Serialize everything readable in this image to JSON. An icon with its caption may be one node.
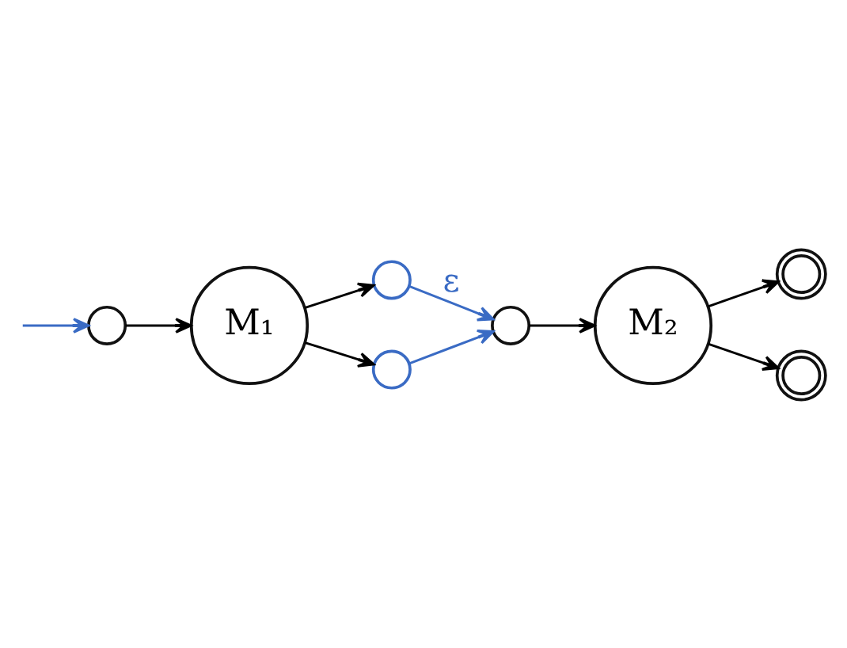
{
  "diagram": {
    "nodes": [
      {
        "text": [],
        "shape": "circle"
      },
      {
        "text": [
          "M₁"
        ]
      },
      {
        "text": [],
        "shape": "circle"
      },
      {
        "text": [],
        "shape": "circle"
      },
      {
        "text": [],
        "shape": "circle"
      },
      {
        "text": [
          "M₂"
        ]
      },
      {
        "text": [],
        "shape": "doublecircle"
      },
      {
        "text": [],
        "shape": "doublecircle"
      }
    ],
    "edges": [
      {
        "from": null,
        "to": 0,
        "arrow": "to",
        "color": "#3a6bc4"
      },
      {
        "from": 0,
        "to": 1,
        "arrow": "to"
      },
      {
        "from": 1,
        "to": 2,
        "arrow": "to"
      },
      {
        "from": 1,
        "to": 3,
        "arrow": "to"
      },
      {
        "from": 2,
        "to": 4,
        "arrow": "to",
        "color": "#3a6bc4",
        "label": "ε"
      },
      {
        "from": 3,
        "to": 4,
        "arrow": "to",
        "color": "#3a6bc4"
      },
      {
        "from": 4,
        "to": 5,
        "arrow": "to"
      },
      {
        "from": 5,
        "to": 6,
        "arrow": "to"
      },
      {
        "from": 5,
        "to": 7,
        "arrow": "to"
      }
    ]
  }
}
